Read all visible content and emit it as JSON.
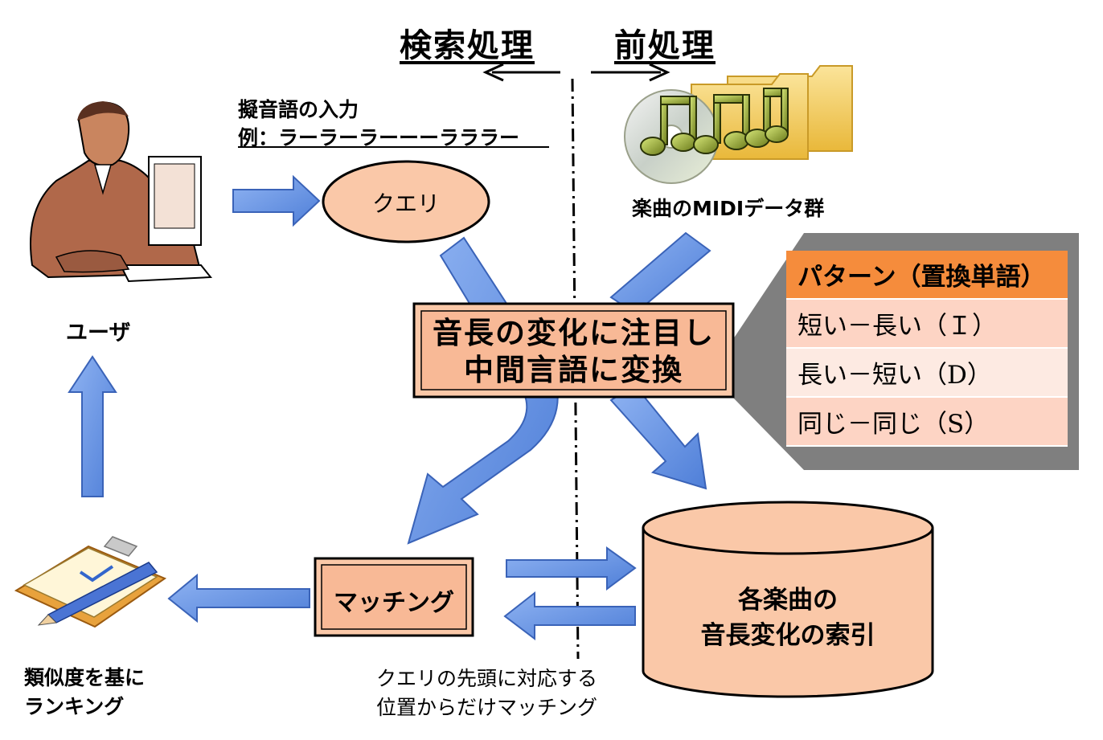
{
  "headers": {
    "search": "検索処理",
    "preprocess": "前処理"
  },
  "user": {
    "label": "ユーザ"
  },
  "input": {
    "title": "擬音語の入力",
    "example": "例：ラーラーラーーーラララー"
  },
  "query": {
    "label": "クエリ"
  },
  "midi": {
    "label": "楽曲のMIDIデータ群"
  },
  "convert": {
    "line1": "音長の変化に注目し",
    "line2": "中間言語に変換"
  },
  "pattern_table": {
    "header": "パターン（置換単語）",
    "rows": [
      "短い－長い（Ｉ）",
      "長い－短い（D）",
      "同じ－同じ（S）"
    ]
  },
  "matching": {
    "label": "マッチング"
  },
  "index_db": {
    "line1": "各楽曲の",
    "line2": "音長変化の索引"
  },
  "ranking": {
    "line1": "類似度を基に",
    "line2": "ランキング"
  },
  "match_note": {
    "line1": "クエリの先頭に対応する",
    "line2": "位置からだけマッチング"
  },
  "colors": {
    "arrow_fill": "#5b8ee6",
    "node_fill": "#fac8a8",
    "table_header": "#f58c3c",
    "table_row": "#fdd4c4",
    "shadow_panel": "#7f7f7f"
  }
}
